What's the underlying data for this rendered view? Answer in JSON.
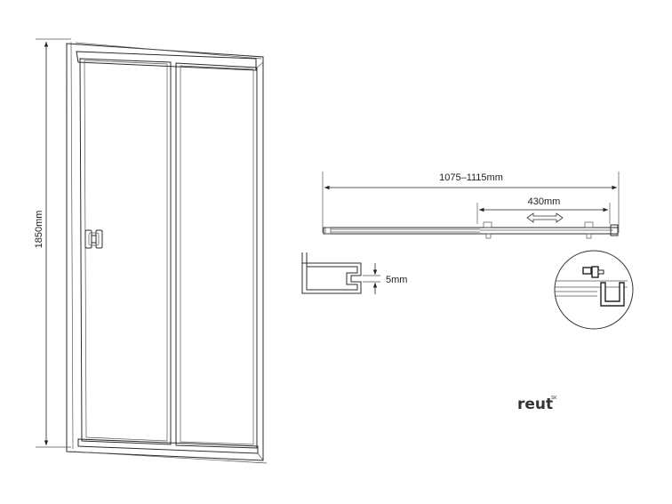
{
  "dimensions": {
    "height": "1850mm",
    "width_range": "1075–1115mm",
    "door_opening": "430mm",
    "profile_gap": "5mm"
  },
  "brand": {
    "name": "reut",
    "mark": "SK"
  },
  "icons": {
    "handle": "door-handle-icon",
    "slide_arrow": "double-arrow-icon"
  }
}
